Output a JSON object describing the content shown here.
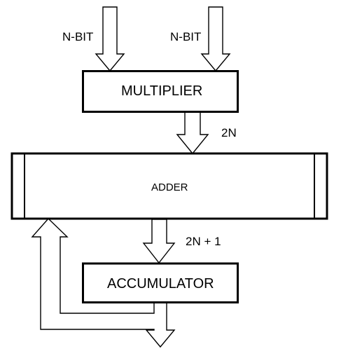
{
  "diagram": {
    "inputs": [
      {
        "label": "N-BIT"
      },
      {
        "label": "N-BIT"
      }
    ],
    "multiplier": {
      "label": "MULTIPLIER"
    },
    "multiplier_output_width": "2N",
    "adder": {
      "label": "ADDER"
    },
    "adder_output_width": "2N + 1",
    "accumulator": {
      "label": "ACCUMULATOR"
    }
  },
  "colors": {
    "stroke": "#000000",
    "fill": "#ffffff"
  }
}
